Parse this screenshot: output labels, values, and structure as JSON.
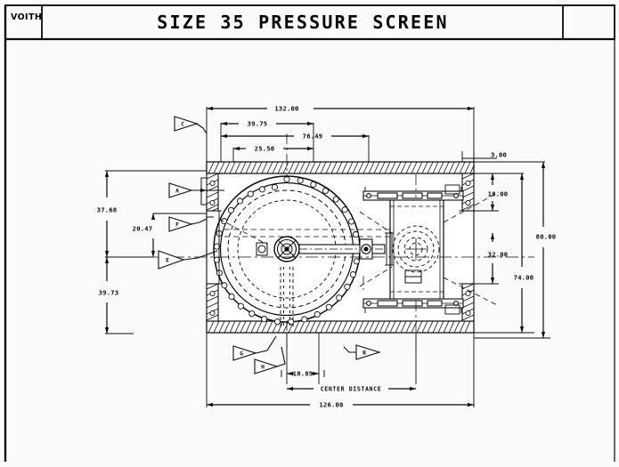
{
  "sheet": {
    "background_color": "#fbfbf9",
    "line_color": "#0b0b0b"
  },
  "title_block": {
    "logo": "VOITH",
    "title": "SIZE 35 PRESSURE SCREEN",
    "right_box": ""
  },
  "drawing": {
    "view_name": "plan-view-pressure-screen",
    "description": "Top plan view of a size 35 pressure screen with bolted circular flange housing, drive shaft, rotor assembly and side gearbox"
  },
  "dimensions": {
    "top": [
      {
        "id": "dim-132",
        "value": "132.00"
      },
      {
        "id": "dim-3975",
        "value": "39.75"
      },
      {
        "id": "dim-7649",
        "value": "76.49"
      },
      {
        "id": "dim-2550",
        "value": "25.50"
      }
    ],
    "left": [
      {
        "id": "dim-3768",
        "value": "37.68"
      },
      {
        "id": "dim-2047",
        "value": "20.47"
      },
      {
        "id": "dim-3973",
        "value": "39.73"
      }
    ],
    "right": [
      {
        "id": "dim-300",
        "value": "3.00"
      },
      {
        "id": "dim-1800",
        "value": "18.00"
      },
      {
        "id": "dim-3200",
        "value": "32.00"
      },
      {
        "id": "dim-7400",
        "value": "74.00"
      },
      {
        "id": "dim-8000",
        "value": "80.00"
      }
    ],
    "bottom": [
      {
        "id": "dim-1889",
        "value": "18.89"
      },
      {
        "id": "dim-center-distance",
        "value": "CENTER DISTANCE"
      },
      {
        "id": "dim-126",
        "value": "126.00"
      }
    ]
  },
  "balloons": [
    {
      "id": "balloon-c",
      "label": "C"
    },
    {
      "id": "balloon-a",
      "label": "A"
    },
    {
      "id": "balloon-f",
      "label": "F"
    },
    {
      "id": "balloon-e",
      "label": "E"
    },
    {
      "id": "balloon-g",
      "label": "G"
    },
    {
      "id": "balloon-h",
      "label": "H"
    },
    {
      "id": "balloon-b",
      "label": "B"
    }
  ]
}
